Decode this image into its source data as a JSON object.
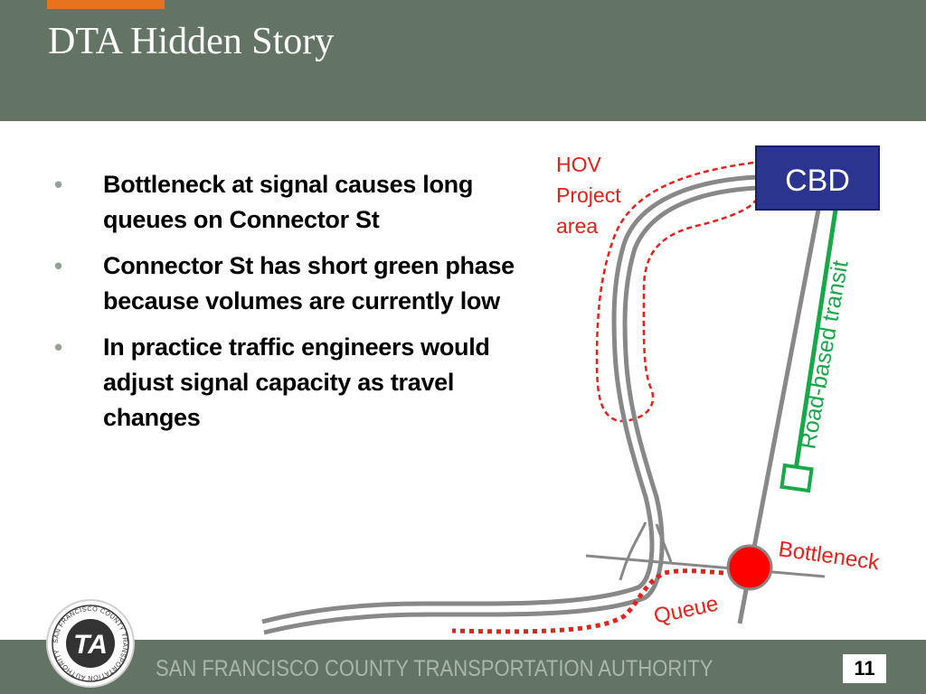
{
  "slide": {
    "title": "DTA Hidden Story",
    "bullets": [
      "Bottleneck at signal causes long queues on Connector St",
      "Connector St has short green phase because volumes are currently low",
      "In practice traffic engineers would adjust signal capacity as travel changes"
    ],
    "bullet_glyph": "•"
  },
  "diagram": {
    "hov_label_lines": [
      "HOV",
      "Project",
      "area"
    ],
    "cbd_label": "CBD",
    "transit_label": "Road-based transit",
    "bottleneck_label": "Bottleneck",
    "queue_label": "Queue"
  },
  "footer": {
    "org_name": "SAN FRANCISCO COUNTY TRANSPORTATION AUTHORITY",
    "page_number": "11",
    "logo_ring_text": "SAN FRANCISCO COUNTY TRANSPORTATION AUTHORITY",
    "logo_mark": "TA"
  },
  "colors": {
    "header_bg": "#647464",
    "accent": "#e8731f",
    "road": "#888888",
    "hov_red": "#e8201a",
    "queue_red": "#e8201a",
    "transit_green": "#18a84a",
    "cbd_blue": "#2b3590",
    "bottleneck_red": "#ff0000"
  }
}
